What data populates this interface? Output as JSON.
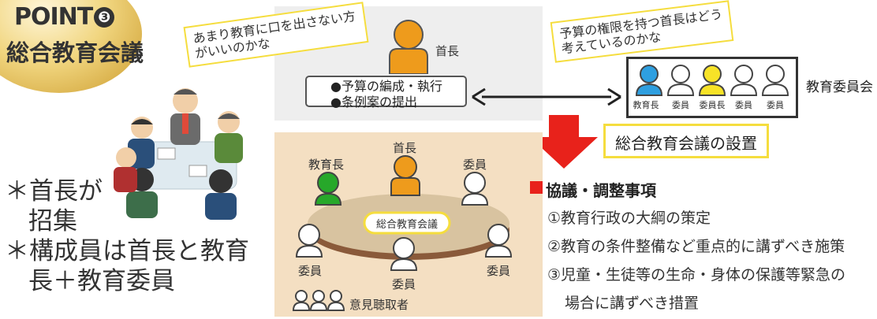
{
  "badge": {
    "point_label": "POINT",
    "point_number": "❸",
    "subtitle": "総合教育会議"
  },
  "left_notes": [
    "＊首長が",
    "招集",
    "＊構成員は首長と教育",
    "長＋教育委員"
  ],
  "top": {
    "bubble_left": [
      "あまり教育に口を出さない方",
      "がいいのかな"
    ],
    "mayor_label": "首長",
    "mayor_items": [
      "●予算の編成・執行",
      "●条例案の提出"
    ],
    "bubble_right": [
      "予算の権限を持つ首長はどう",
      "考えているのかな"
    ],
    "board_members": [
      "教育長",
      "委員",
      "委員長",
      "委員",
      "委員"
    ],
    "board_label": "教育委員会"
  },
  "council_label": "総合教育会議の設置",
  "meeting": {
    "head": "首長",
    "superintendent": "教育長",
    "member": "委員",
    "table_label": "総合教育会議",
    "listeners": "意見聴取者"
  },
  "matters": {
    "title": "協議・調整事項",
    "items": [
      "①教育行政の大綱の策定",
      "②教育の条件整備など重点的に講ずべき施策",
      "③児童・生徒等の生命・身体の保護等緊急の",
      "場合に講ずべき措置"
    ]
  },
  "colors": {
    "gold": "#d9b04a",
    "yellow": "#f5dd3e",
    "orange": "#ee9b1c",
    "blue": "#2e9fe0",
    "green": "#27a82a",
    "red": "#e8221b",
    "beige": "#f4dfc2"
  }
}
